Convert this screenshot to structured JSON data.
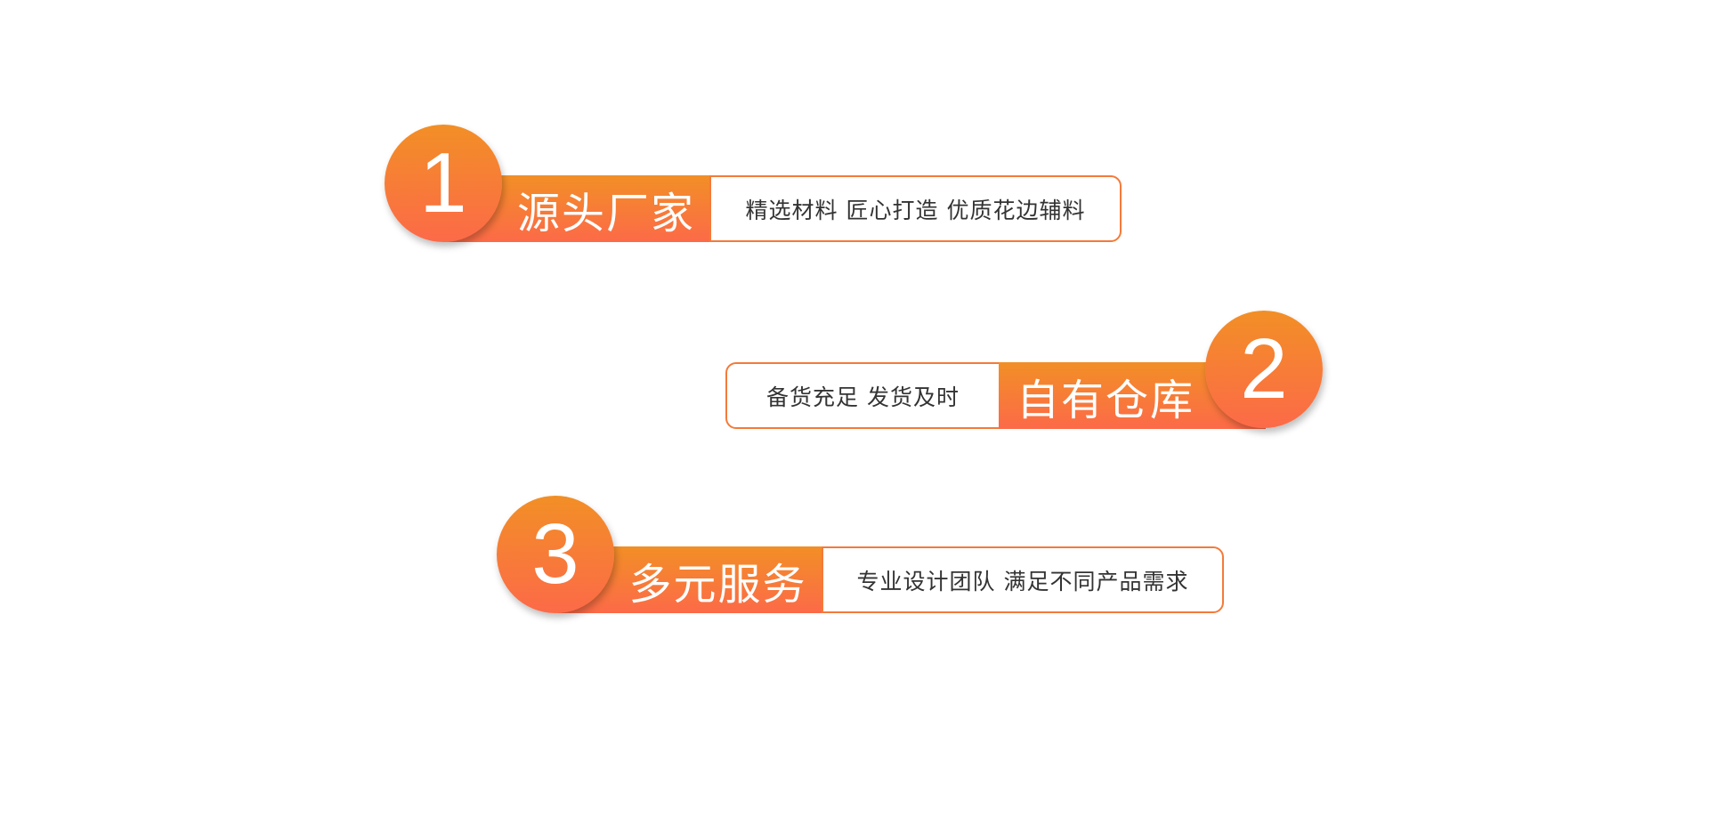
{
  "items": [
    {
      "number": "1",
      "title": "源头厂家",
      "description": "精选材料 匠心打造 优质花边辅料"
    },
    {
      "number": "2",
      "title": "自有仓库",
      "description": "备货充足 发货及时"
    },
    {
      "number": "3",
      "title": "多元服务",
      "description": "专业设计团队 满足不同产品需求"
    }
  ],
  "colors": {
    "gradient_top": "#f28f26",
    "gradient_bottom": "#fc6a48",
    "text": "#333333"
  }
}
